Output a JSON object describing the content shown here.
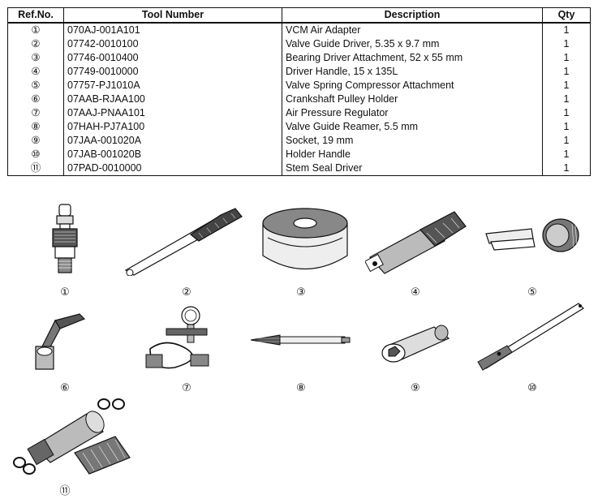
{
  "table": {
    "headers": {
      "ref": "Ref.No.",
      "tool": "Tool Number",
      "description": "Description",
      "qty": "Qty"
    },
    "rows": [
      {
        "ref": "①",
        "tool": "070AJ-001A101",
        "description": "VCM Air Adapter",
        "qty": "1"
      },
      {
        "ref": "②",
        "tool": "07742-0010100",
        "description": "Valve Guide Driver, 5.35 x 9.7 mm",
        "qty": "1"
      },
      {
        "ref": "③",
        "tool": "07746-0010400",
        "description": "Bearing Driver Attachment, 52 x 55 mm",
        "qty": "1"
      },
      {
        "ref": "④",
        "tool": "07749-0010000",
        "description": "Driver Handle, 15 x 135L",
        "qty": "1"
      },
      {
        "ref": "⑤",
        "tool": "07757-PJ1010A",
        "description": "Valve Spring Compressor Attachment",
        "qty": "1"
      },
      {
        "ref": "⑥",
        "tool": "07AAB-RJAA100",
        "description": "Crankshaft Pulley Holder",
        "qty": "1"
      },
      {
        "ref": "⑦",
        "tool": "07AAJ-PNAA101",
        "description": "Air Pressure Regulator",
        "qty": "1"
      },
      {
        "ref": "⑧",
        "tool": "07HAH-PJ7A100",
        "description": "Valve Guide Reamer, 5.5 mm",
        "qty": "1"
      },
      {
        "ref": "⑨",
        "tool": "07JAA-001020A",
        "description": "Socket, 19 mm",
        "qty": "1"
      },
      {
        "ref": "⑩",
        "tool": "07JAB-001020B",
        "description": "Holder Handle",
        "qty": "1"
      },
      {
        "ref": "⑪",
        "tool": "07PAD-0010000",
        "description": "Stem Seal Driver",
        "qty": "1"
      }
    ]
  },
  "illustrations": [
    {
      "label": "①",
      "icon": "air-adapter-icon"
    },
    {
      "label": "②",
      "icon": "valve-guide-driver-icon"
    },
    {
      "label": "③",
      "icon": "bearing-driver-attachment-icon"
    },
    {
      "label": "④",
      "icon": "driver-handle-icon"
    },
    {
      "label": "⑤",
      "icon": "spring-compressor-attachment-icon"
    },
    {
      "label": "⑥",
      "icon": "pulley-holder-icon"
    },
    {
      "label": "⑦",
      "icon": "pressure-regulator-icon"
    },
    {
      "label": "⑧",
      "icon": "reamer-icon"
    },
    {
      "label": "⑨",
      "icon": "socket-icon"
    },
    {
      "label": "⑩",
      "icon": "holder-handle-icon"
    },
    {
      "label": "⑪",
      "icon": "stem-seal-driver-icon"
    }
  ]
}
